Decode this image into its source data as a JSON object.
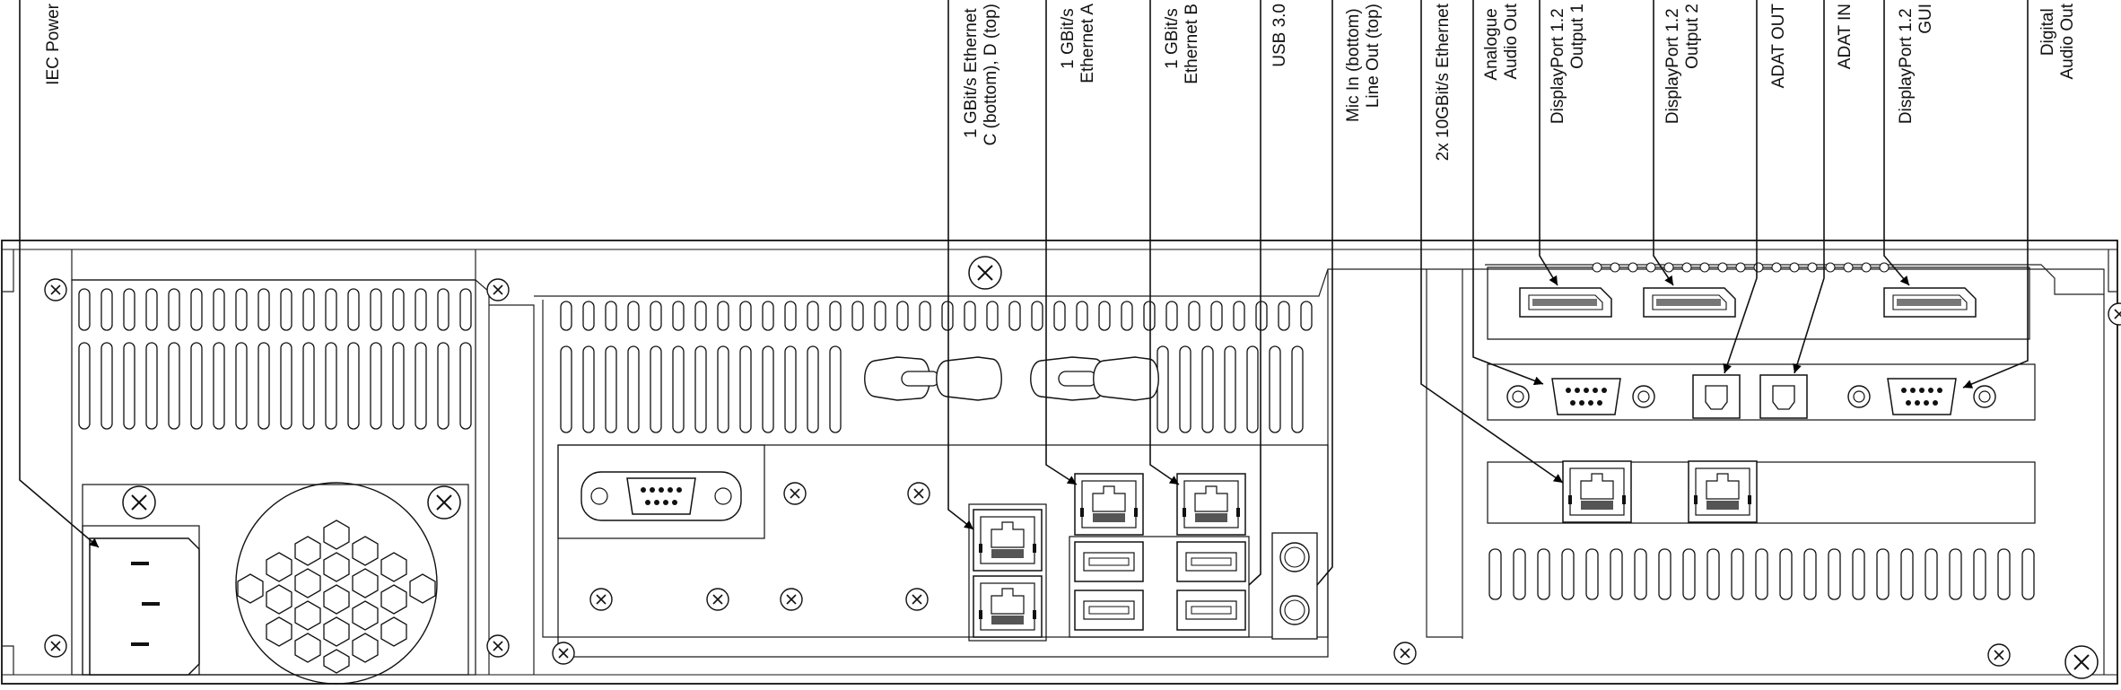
{
  "diagram": {
    "labels": [
      {
        "id": "iec",
        "lines": [
          "IEC Power"
        ]
      },
      {
        "id": "eth-cd",
        "lines": [
          "1 GBit/s Ethernet",
          "C (bottom), D (top)"
        ]
      },
      {
        "id": "eth-a",
        "lines": [
          "1 GBit/s",
          "Ethernet A"
        ]
      },
      {
        "id": "eth-b",
        "lines": [
          "1 GBit/s",
          "Ethernet B"
        ]
      },
      {
        "id": "usb",
        "lines": [
          "USB 3.0"
        ]
      },
      {
        "id": "mic",
        "lines": [
          "Mic In (bottom)",
          "Line Out (top)"
        ]
      },
      {
        "id": "10g",
        "lines": [
          "2x 10GBit/s Ethernet"
        ]
      },
      {
        "id": "analogue",
        "lines": [
          "Analogue",
          "Audio Out"
        ]
      },
      {
        "id": "dp1",
        "lines": [
          "DisplayPort 1.2",
          "Output 1"
        ]
      },
      {
        "id": "dp2",
        "lines": [
          "DisplayPort 1.2",
          "Output 2"
        ]
      },
      {
        "id": "adat-out",
        "lines": [
          "ADAT OUT"
        ]
      },
      {
        "id": "adat-in",
        "lines": [
          "ADAT IN"
        ]
      },
      {
        "id": "dp-gui",
        "lines": [
          "DisplayPort 1.2",
          "GUI"
        ]
      },
      {
        "id": "digital",
        "lines": [
          "Digital",
          "Audio Out"
        ]
      }
    ]
  }
}
